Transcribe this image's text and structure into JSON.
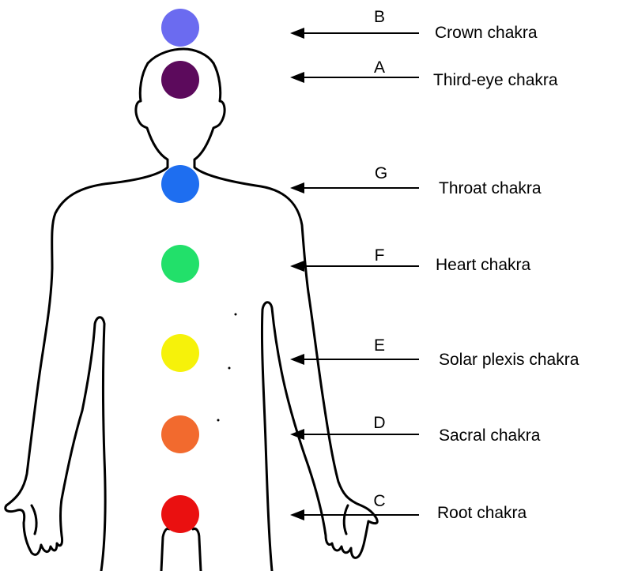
{
  "chakras": [
    {
      "letter": "B",
      "name": "Crown chakra",
      "color": "#6b6bf0"
    },
    {
      "letter": "A",
      "name": "Third-eye chakra",
      "color": "#5c0a5c"
    },
    {
      "letter": "G",
      "name": "Throat chakra",
      "color": "#1e6ef0"
    },
    {
      "letter": "F",
      "name": "Heart chakra",
      "color": "#22e06a"
    },
    {
      "letter": "E",
      "name": "Solar plexis chakra",
      "color": "#f6f20a"
    },
    {
      "letter": "D",
      "name": "Sacral chakra",
      "color": "#f26a2e"
    },
    {
      "letter": "C",
      "name": "Root chakra",
      "color": "#ea1010"
    }
  ]
}
